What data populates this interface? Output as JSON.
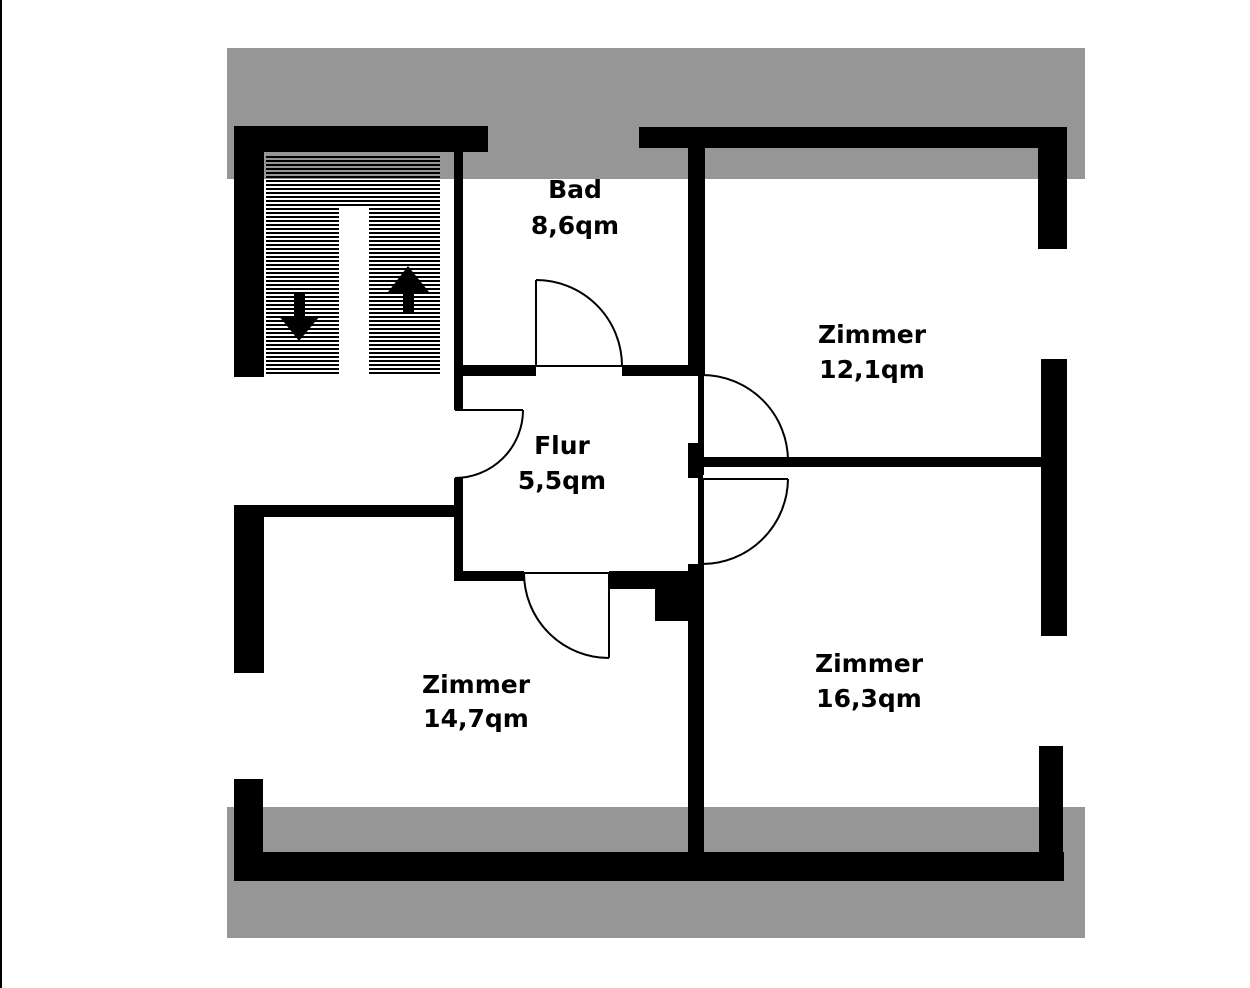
{
  "colors": {
    "wall": "#000000",
    "roof_slope": "#969696",
    "background": "#ffffff"
  },
  "rooms": {
    "bad": {
      "name": "Bad",
      "area": "8,6qm"
    },
    "flur": {
      "name": "Flur",
      "area": "5,5qm"
    },
    "zimmer_ne": {
      "name": "Zimmer",
      "area": "12,1qm"
    },
    "zimmer_se": {
      "name": "Zimmer",
      "area": "16,3qm"
    },
    "zimmer_sw": {
      "name": "Zimmer",
      "area": "14,7qm"
    }
  },
  "staircase": {
    "down_arrow_icon": "arrow-down-icon",
    "up_arrow_icon": "arrow-up-icon"
  }
}
